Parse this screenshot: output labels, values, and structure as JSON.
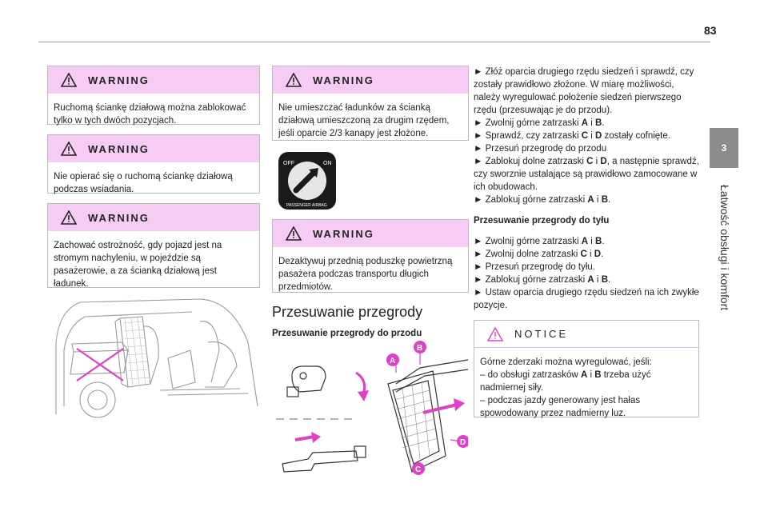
{
  "page_number": "83",
  "chapter": {
    "number": "3",
    "title": "Łatwość obsługi i komfort"
  },
  "col1": {
    "warnings": [
      {
        "title": "WARNING",
        "text": "Ruchomą ściankę działową można zablokować tylko w tych dwóch pozycjach."
      },
      {
        "title": "WARNING",
        "text": "Nie opierać się o ruchomą ściankę działową podczas wsiadania."
      },
      {
        "title": "WARNING",
        "text": "Zachować ostrożność, gdy pojazd jest na stromym nachyleniu, w pojeździe są pasażerowie, a za ścianką działową jest ładunek."
      }
    ]
  },
  "col2": {
    "warning1": {
      "title": "WARNING",
      "text": "Nie umieszczać ładunków za ścianką działową umieszczoną za drugim rzędem, jeśli oparcie 2/3 kanapy jest złożone."
    },
    "airbag_switch": {
      "off": "OFF",
      "on": "ON",
      "ring_text": "PASSENGER AIRBAG"
    },
    "warning2": {
      "title": "WARNING",
      "text": "Dezaktywuj przednią poduszkę powietrzną pasażera podczas transportu długich przedmiotów."
    },
    "section_title": "Przesuwanie przegrody",
    "section_sub": "Przesuwanie przegrody do przodu",
    "labels": {
      "a": "A",
      "b": "B",
      "c": "C",
      "d": "D"
    }
  },
  "col3": {
    "front_steps": [
      {
        "pre": "► Złóż oparcia drugiego rzędu siedzeń i sprawdź, czy zostały prawidłowo złożone. W miarę możliwości, należy wyregulować położenie siedzeń pierwszego rzędu (przesuwając je do przodu)."
      },
      {
        "pre": "► Zwolnij górne zatrzaski ",
        "b1": "A",
        "mid": " i ",
        "b2": "B",
        "post": "."
      },
      {
        "pre": "► Sprawdź, czy zatrzaski ",
        "b1": "C",
        "mid": " i ",
        "b2": "D",
        "post": " zostały cofnięte."
      },
      {
        "pre": "► Przesuń przegrodę do przodu"
      },
      {
        "pre": "► Zablokuj dolne zatrzaski ",
        "b1": "C",
        "mid": " i ",
        "b2": "D",
        "post": ", a następnie sprawdź, czy sworznie ustalające są prawidłowo zamocowane w ich obudowach."
      },
      {
        "pre": "► Zablokuj górne zatrzaski ",
        "b1": "A",
        "mid": " i ",
        "b2": "B",
        "post": "."
      }
    ],
    "rear_heading": "Przesuwanie przegrody do tyłu",
    "rear_steps": [
      {
        "pre": "► Zwolnij górne zatrzaski ",
        "b1": "A",
        "mid": " i ",
        "b2": "B",
        "post": "."
      },
      {
        "pre": "► Zwolnij dolne zatrzaski ",
        "b1": "C",
        "mid": " i ",
        "b2": "D",
        "post": "."
      },
      {
        "pre": "► Przesuń przegrodę do tyłu."
      },
      {
        "pre": "► Zablokuj górne zatrzaski ",
        "b1": "A",
        "mid": " i ",
        "b2": "B",
        "post": "."
      },
      {
        "pre": "► Ustaw oparcia drugiego rzędu siedzeń na ich zwykłe pozycje."
      }
    ],
    "notice": {
      "title": "NOTICE",
      "line1": "Górne zderzaki można wyregulować, jeśli:",
      "line2_pre": "– do obsługi zatrzasków ",
      "line2_b1": "A",
      "line2_mid": " i ",
      "line2_b2": "B",
      "line2_post": " trzeba użyć nadmiernej siły.",
      "line3": "– podczas jazdy generowany jest hałas spowodowany przez nadmierny luz."
    }
  },
  "colors": {
    "warning_header": "#f6ccf4",
    "accent_magenta": "#e040c8",
    "tab_grey": "#8c8c8c"
  }
}
